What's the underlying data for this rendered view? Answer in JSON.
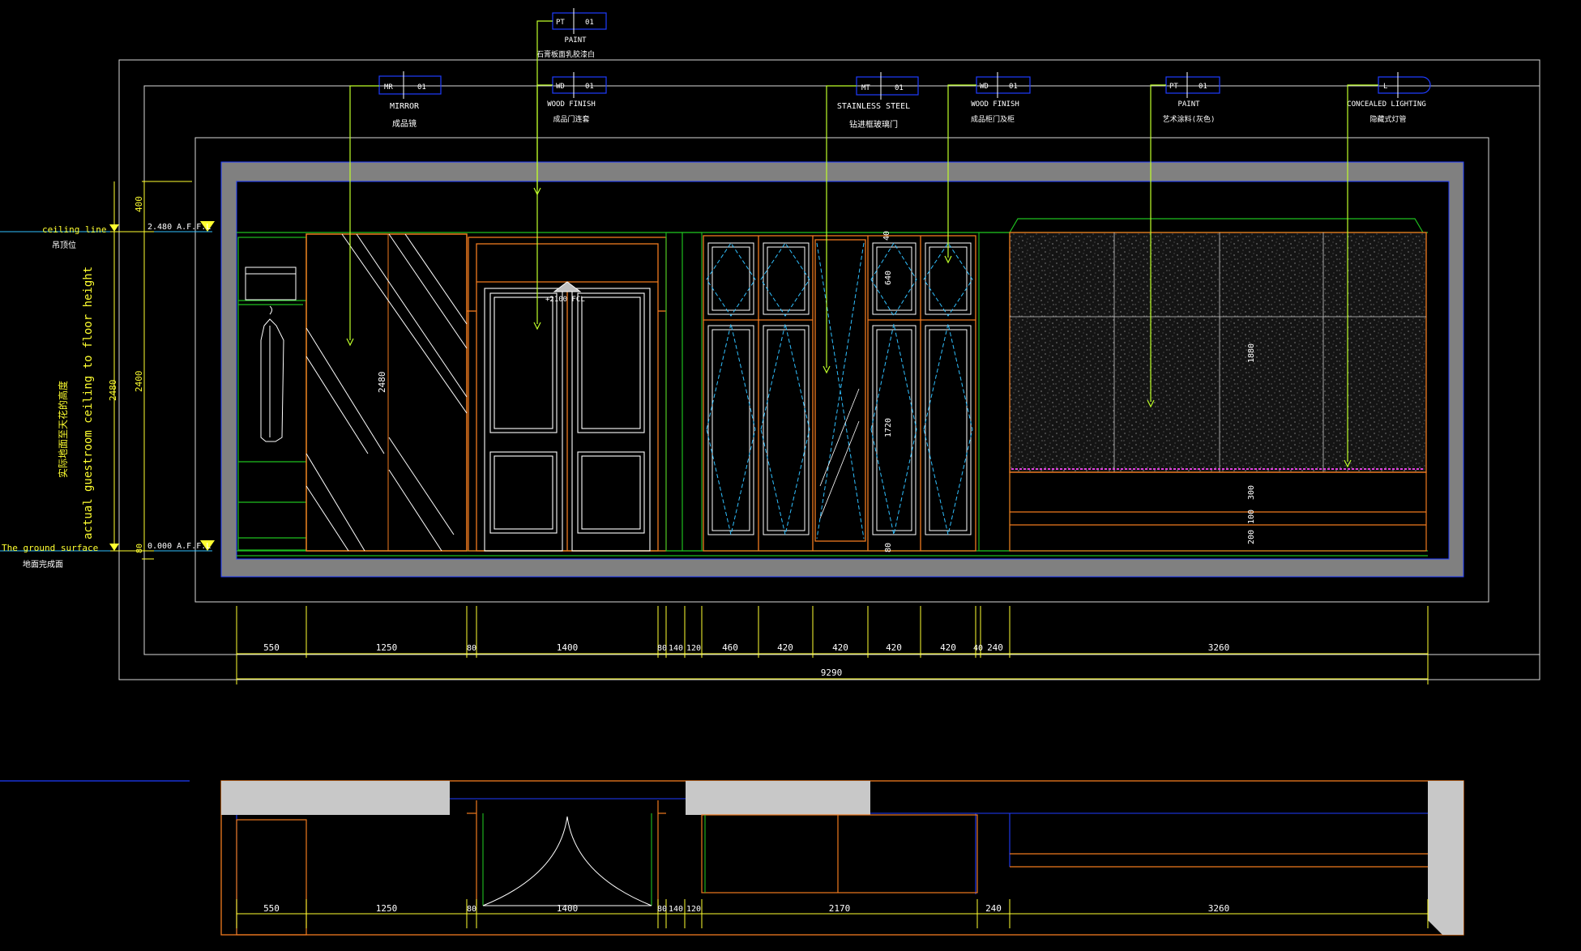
{
  "colors": {
    "background": "#000000",
    "frame": "#e8e8e8",
    "wall": "#808080",
    "outline_blue": "#1f3cff",
    "orange": "#f07a1e",
    "green": "#1fbf1f",
    "yellow": "#ffff30",
    "lime": "#bfff2a",
    "cyan": "#30c0ff",
    "magenta": "#e040e0",
    "white": "#ffffff"
  },
  "tags": [
    {
      "code": "MR",
      "num": "01",
      "en": "MIRROR",
      "cn": "成品镜"
    },
    {
      "code": "PT",
      "num": "01",
      "en": "PAINT",
      "cn": "石膏板面乳胶漆白"
    },
    {
      "code": "WD",
      "num": "01",
      "en": "WOOD FINISH",
      "cn": "成品门连套"
    },
    {
      "code": "MT",
      "num": "01",
      "en": "STAINLESS STEEL",
      "cn": "钻进框玻璃门"
    },
    {
      "code": "WD",
      "num": "01",
      "en": "WOOD FINISH",
      "cn": "成品柜门及柜"
    },
    {
      "code": "PT",
      "num": "01",
      "en": "PAINT",
      "cn": "艺术涂料(灰色)"
    },
    {
      "code": "L",
      "num": "",
      "en": "CONCEALED LIGHTING",
      "cn": "隐藏式灯管"
    }
  ],
  "levels": {
    "ceiling_label_en": "ceiling line",
    "ceiling_label_cn": "吊顶位",
    "ceiling_value": "2.480 A.F.F.L",
    "ground_label_en": "The ground surface",
    "ground_label_cn": "地面完成面",
    "ground_value": "0.000 A.F.F.L",
    "height_label_en": "actual guestroom ceiling to floor height",
    "height_label_cn": "实际地面至天花的高度",
    "door_level": "+2100 FCL"
  },
  "vertical_dims": {
    "left_outer": [
      "400",
      "2480",
      "80"
    ],
    "left_inner": "2400",
    "mirror_height": "2480",
    "cabinet": [
      "40",
      "640",
      "1720",
      "80"
    ],
    "wall_panel": [
      "1880",
      "300",
      "100",
      "200"
    ]
  },
  "elevation_dims": [
    "550",
    "1250",
    "80",
    "1400",
    "80",
    "140",
    "120",
    "460",
    "420",
    "420",
    "420",
    "420",
    "40",
    "240",
    "3260"
  ],
  "elevation_total": "9290",
  "plan_dims": [
    "550",
    "1250",
    "80",
    "1400",
    "80",
    "140",
    "120",
    "2170",
    "240",
    "3260"
  ]
}
